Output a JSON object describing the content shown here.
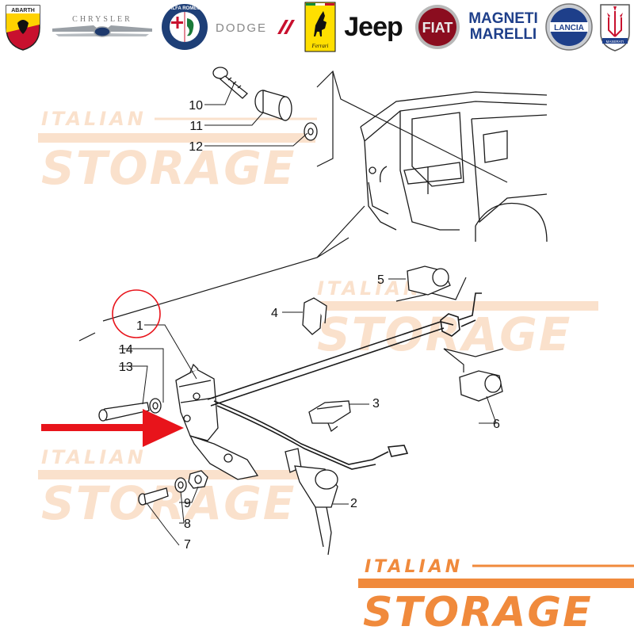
{
  "brands": {
    "abarth": "ABARTH",
    "chrysler": "CHRYSLER",
    "alfa_romeo": "ALFA ROMEO",
    "dodge": "DODGE",
    "ferrari": "Ferrari",
    "jeep": "Jeep",
    "fiat": "FIAT",
    "magneti_marelli_1": "MAGNETI",
    "magneti_marelli_2": "MARELLI",
    "lancia": "LANCIA",
    "maserati": "MASERATI"
  },
  "watermark": {
    "top": "ITALIAN",
    "bottom": "STORAGE"
  },
  "callouts": [
    "1",
    "2",
    "3",
    "4",
    "5",
    "6",
    "7",
    "8",
    "9",
    "10",
    "11",
    "12",
    "13",
    "14"
  ],
  "colors": {
    "watermark": "#f7c9a3",
    "watermark_strong": "#f08a3c",
    "arrow": "#e8141b",
    "circle": "#e8141b",
    "line": "#1a1a1a"
  }
}
